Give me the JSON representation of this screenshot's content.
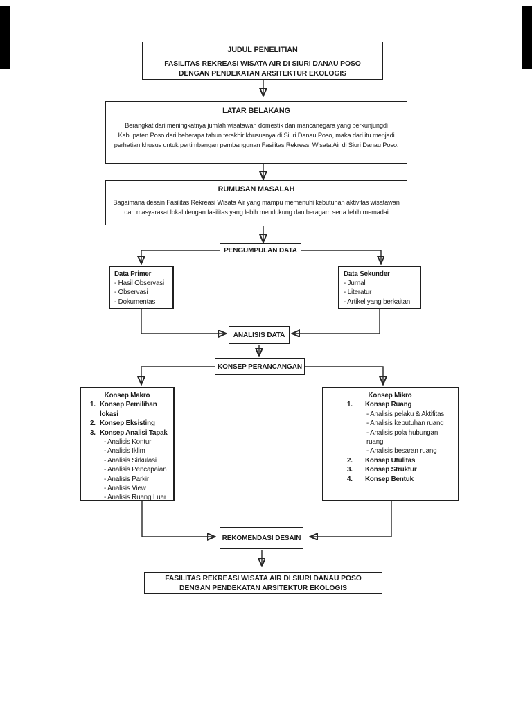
{
  "judul": {
    "heading": "JUDUL PENELITIAN",
    "line1": "FASILITAS REKREASI WISATA AIR DI SIURI DANAU POSO",
    "line2": "DENGAN PENDEKATAN ARSITEKTUR EKOLOGIS"
  },
  "latar_belakang": {
    "heading": "LATAR BELAKANG",
    "body_lines": [
      "Berangkat dari meningkatnya jumlah wisatawan domestik dan mancanegara yang berkunjungdi",
      "Kabupaten Poso dari beberapa tahun terakhir khususnya di Siuri Danau Poso, maka dari itu menjadi",
      "perhatian khusus untuk pertimbangan pembangunan Fasilitas Rekreasi Wisata Air di Siuri Danau Poso."
    ]
  },
  "rumusan_masalah": {
    "heading": "RUMUSAN MASALAH",
    "body_lines": [
      "Bagaimana desain Fasilitas Rekreasi Wisata Air yang mampu memenuhi kebutuhan aktivitas wisatawan",
      "dan masyarakat lokal dengan fasilitas yang lebih mendukung dan beragam serta lebih memadai"
    ]
  },
  "pengumpulan_data": {
    "label": "PENGUMPULAN DATA"
  },
  "data_primer": {
    "heading": "Data Primer",
    "items": [
      "- Hasil Observasi",
      "- Observasi",
      "- Dokumentas"
    ]
  },
  "data_sekunder": {
    "heading": "Data Sekunder",
    "items": [
      "- Jurnal",
      "- Literatur",
      "- Artikel yang berkaitan"
    ]
  },
  "analisis_data": {
    "label": "ANALISIS DATA"
  },
  "konsep_perancangan": {
    "label": "KONSEP PERANCANGAN"
  },
  "konsep_makro": {
    "heading": "Konsep Makro",
    "items": [
      {
        "num": "1.",
        "label": "Konsep Pemilihan lokasi"
      },
      {
        "num": "2.",
        "label": "Konsep Eksisting"
      },
      {
        "num": "3.",
        "label": "Konsep Analisi Tapak"
      }
    ],
    "sub_items": [
      "- Analisis Kontur",
      "- Analisis Iklim",
      "- Analisis Sirkulasi",
      "- Analisis Pencapaian",
      "- Analisis Parkir",
      "- Analisis View",
      "- Analisis Ruang Luar"
    ]
  },
  "konsep_mikro": {
    "heading": "Konsep Mikro",
    "items": [
      {
        "num": "1.",
        "label": "Konsep Ruang"
      },
      {
        "num": "2.",
        "label": "Konsep Utulitas"
      },
      {
        "num": "3.",
        "label": "Konsep Struktur"
      },
      {
        "num": "4.",
        "label": "Konsep Bentuk"
      }
    ],
    "sub_items": [
      "- Analisis pelaku & Aktifitas",
      "- Analisis kebutuhan ruang",
      "- Analisis pola hubungan ruang",
      "- Analisis besaran ruang"
    ]
  },
  "rekomendasi_desain": {
    "label": "REKOMENDASI DESAIN"
  },
  "hasil_akhir": {
    "line1": "FASILITAS REKREASI WISATA AIR DI SIURI DANAU POSO",
    "line2": "DENGAN PENDEKATAN ARSITEKTUR EKOLOGIS"
  },
  "colors": {
    "line": "#262626",
    "border": "#1f1f1f",
    "text": "#1c1c1c",
    "page_bg": "#ffffff",
    "edge_bar": "#000000"
  }
}
